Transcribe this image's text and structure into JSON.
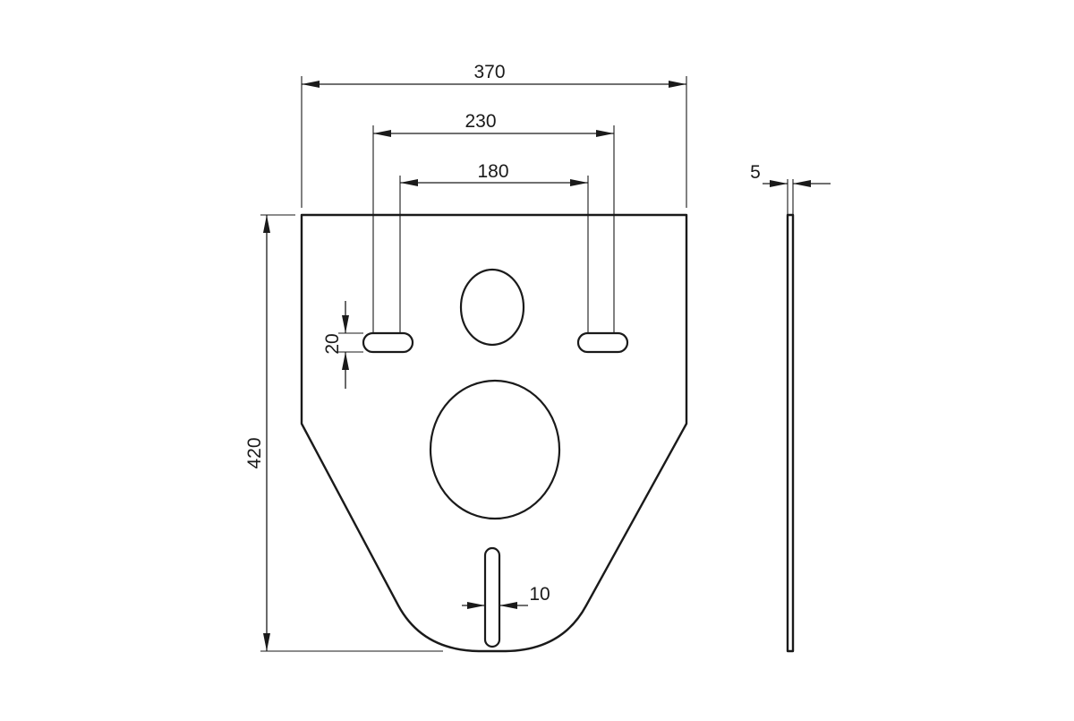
{
  "dimensions": {
    "overall_width": "370",
    "outer_bolt_spacing": "230",
    "inner_bolt_spacing": "180",
    "slot_height": "20",
    "overall_height": "420",
    "bottom_slot_width": "10",
    "thickness": "5"
  }
}
